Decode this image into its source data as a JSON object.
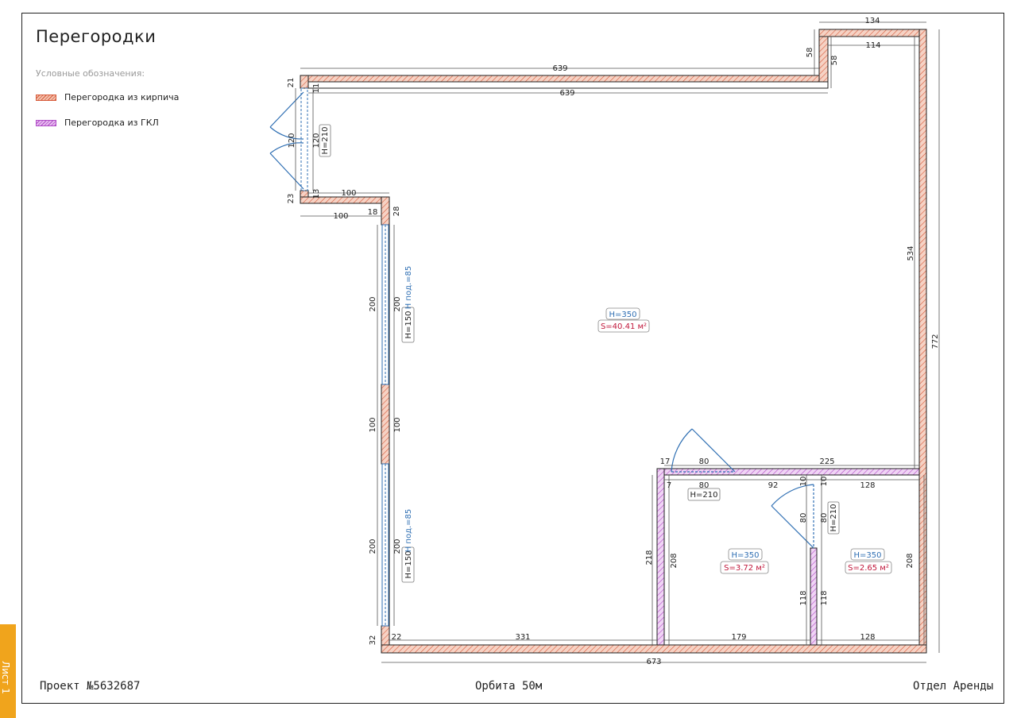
{
  "sheet": {
    "title": "Перегородки",
    "legend_title": "Условные обозначения:",
    "legend": [
      {
        "label": "Перегородка из кирпича",
        "color": "#d75a3a"
      },
      {
        "label": "Перегородка из ГКЛ",
        "color": "#b04cc6"
      }
    ],
    "footer": {
      "left": "Проект №5632687",
      "center": "Орбита 50м",
      "right": "Отдел Аренды"
    },
    "sheet_label": "Лист 1"
  },
  "rooms": {
    "main": {
      "height": "H=350",
      "area": "S=40.41 м²"
    },
    "room2": {
      "height": "H=350",
      "area": "S=3.72 м²"
    },
    "room3": {
      "height": "H=350",
      "area": "S=2.65 м²"
    }
  },
  "openings": {
    "door_left": "H=210",
    "win1": "H=150",
    "win1_sill": "H под.=85",
    "win2": "H=150",
    "win2_sill": "H под.=85",
    "door_b1": "H=210",
    "door_b2": "H=210"
  },
  "dims": {
    "top_outer": "639",
    "top_inner": "639",
    "top_right_outer": "134",
    "top_right_inner": "114",
    "notch_out": "58",
    "notch_in": "58",
    "right_inner": "534",
    "right_outer": "772",
    "d21": "21",
    "d11": "11",
    "d120a": "120",
    "d120b": "120",
    "d23": "23",
    "d13": "13",
    "d100a": "100",
    "d100b": "100",
    "d18": "18",
    "d28": "28",
    "d200a": "200",
    "d200b": "200",
    "d100c": "100",
    "d100d": "100",
    "d200c": "200",
    "d200d": "200",
    "d32": "32",
    "d22": "22",
    "d331": "331",
    "d179": "179",
    "d128b": "128",
    "bottom_outer": "673",
    "d17": "17",
    "d80a": "80",
    "d225": "225",
    "d7": "7",
    "d80b": "80",
    "d92": "92",
    "d10a": "10",
    "d10b": "10",
    "d128a": "128",
    "d80c": "80",
    "d80d": "80",
    "d218": "218",
    "d208a": "208",
    "d118a": "118",
    "d118b": "118",
    "d208b": "208"
  }
}
